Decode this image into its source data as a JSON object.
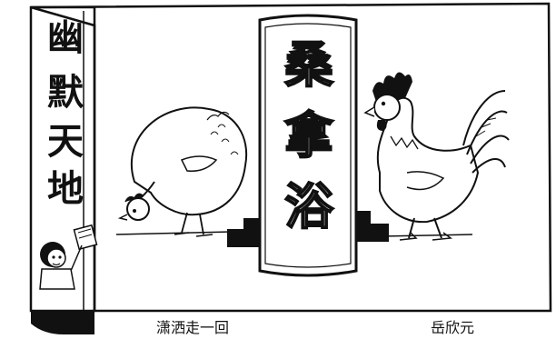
{
  "column": {
    "title": [
      "幽",
      "默",
      "天",
      "地"
    ]
  },
  "cartoon": {
    "sign_text": [
      "桑",
      "拿",
      "浴"
    ],
    "title": "潇洒走一回",
    "author": "岳欣元"
  },
  "colors": {
    "ink": "#111111",
    "paper": "#ffffff",
    "shade": "#e6e6e6"
  }
}
